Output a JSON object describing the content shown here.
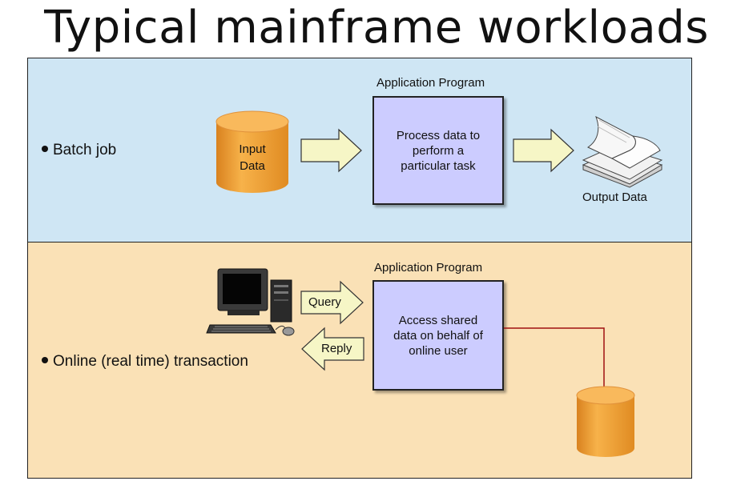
{
  "title": "Typical mainframe workloads",
  "colors": {
    "batch_panel_bg": "#cfe6f4",
    "online_panel_bg": "#fae1b6",
    "program_box_bg": "#ccccff",
    "cylinder": "#f5a33a",
    "arrow_fill": "#f6f6c6",
    "connector_line": "#a01010"
  },
  "batch": {
    "label": "Batch job",
    "input_label": "Input\nData",
    "program_title": "Application Program",
    "program_text": "Process data to\nperform a\nparticular task",
    "output_label": "Output Data"
  },
  "online": {
    "label": "Online (real time) transaction",
    "program_title": "Application Program",
    "program_text": "Access shared\ndata on behalf of\nonline user",
    "query_label": "Query",
    "reply_label": "Reply"
  },
  "icons": [
    "database-cylinder-icon",
    "printer-paper-icon",
    "computer-terminal-icon"
  ]
}
